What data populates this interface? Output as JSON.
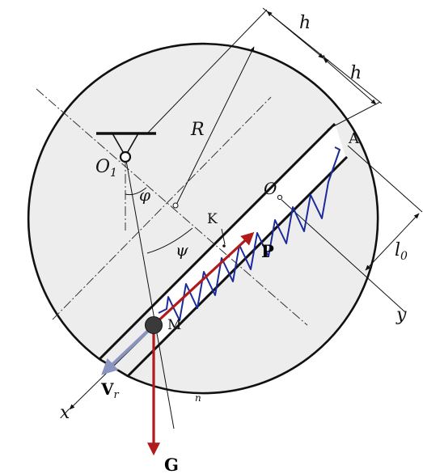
{
  "labels": {
    "h_top": "h",
    "h_second": "h",
    "A": "A",
    "O1": "O",
    "O1_sub": "1",
    "O": "O",
    "R": "R",
    "phi": "φ",
    "K": "K",
    "psi": "ψ",
    "P": "P",
    "l0": "l",
    "l0_sub": "0",
    "y_axis": "y",
    "M": "M",
    "Vr": "V",
    "Vr_sub": "r",
    "x_axis": "x",
    "n": "n",
    "G": "G"
  },
  "colors": {
    "disk_fill": "#ededed",
    "outline": "#111111",
    "spring": "#1a2a9a",
    "force_red": "#b01c1c",
    "velocity": "#8a94bf",
    "mass": "#3a3a3a"
  }
}
